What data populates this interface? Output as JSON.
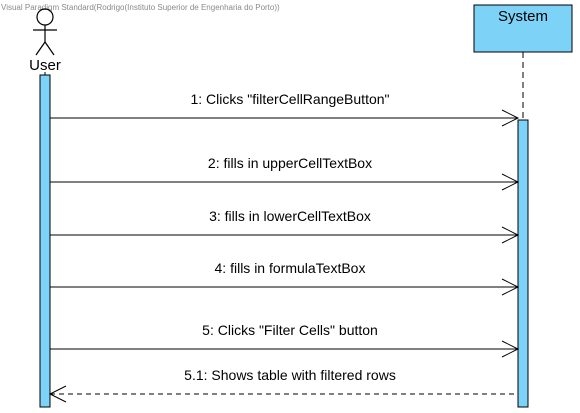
{
  "watermark": "Visual Paradigm Standard(Rodrigo(Instituto Superior de Engenharia do Porto))",
  "actor": {
    "label": "User"
  },
  "system": {
    "label": "System"
  },
  "colors": {
    "activation_fill": "#7cd2f7",
    "system_box_fill": "#7cd2f7",
    "line": "#000000"
  },
  "messages": [
    {
      "label": "1: Clicks \"filterCellRangeButton\"",
      "type": "sync",
      "direction": "to-system"
    },
    {
      "label": "2: fills in upperCellTextBox",
      "type": "sync",
      "direction": "to-system"
    },
    {
      "label": "3: fills in lowerCellTextBox",
      "type": "sync",
      "direction": "to-system"
    },
    {
      "label": "4: fills in formulaTextBox",
      "type": "sync",
      "direction": "to-system"
    },
    {
      "label": "5: Clicks \"Filter Cells\" button",
      "type": "sync",
      "direction": "to-system"
    },
    {
      "label": "5.1: Shows table with filtered rows",
      "type": "return",
      "direction": "to-user"
    }
  ]
}
